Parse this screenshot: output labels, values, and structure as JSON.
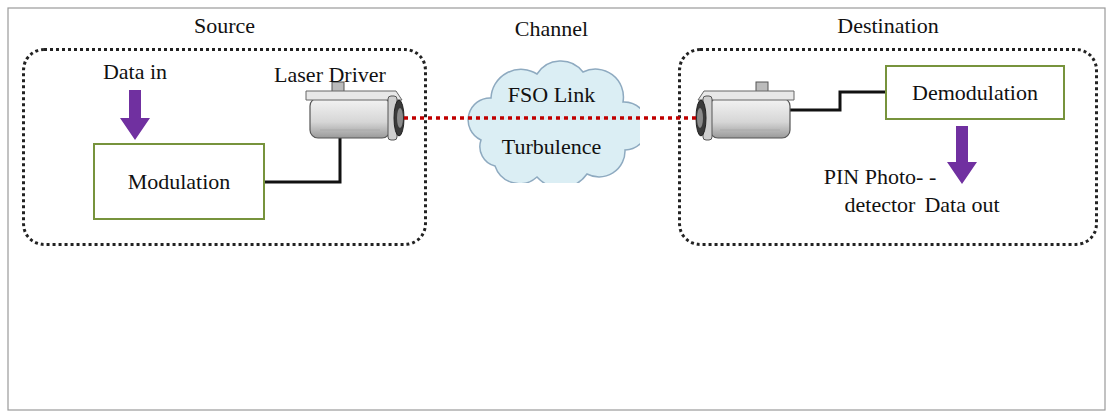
{
  "diagram": {
    "nodes": [
      {
        "text": [
          "Source"
        ]
      },
      {
        "text": [
          "Modulation"
        ],
        "in": 0
      },
      {
        "text": [
          "Channel",
          "FSO Link",
          "Turbulence"
        ]
      },
      {
        "text": [
          "Destination"
        ]
      },
      {
        "text": [
          "Demodulation"
        ],
        "in": 3
      }
    ],
    "labels": [
      "Data in",
      "Laser Driver",
      "PIN Photo- -detector",
      "Data out"
    ]
  }
}
